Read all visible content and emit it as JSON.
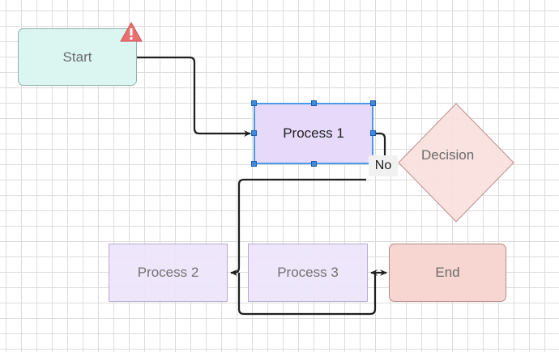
{
  "nodes": {
    "start": "Start",
    "process1": "Process 1",
    "decision": "Decision",
    "process2": "Process 2",
    "process3": "Process 3",
    "end": "End"
  },
  "edges": {
    "no_label": "No"
  },
  "icons": {
    "warning": "warning-icon",
    "selection_handle": "resize-handle"
  },
  "colors": {
    "start_fill": "#dbf6f1",
    "process1_fill": "#e6d9fa",
    "decision_fill": "#f9e1de",
    "end_fill": "#f7d6d1",
    "selection": "#4b9ae6",
    "warning": "#e86f6f"
  },
  "selected_node": "process1"
}
